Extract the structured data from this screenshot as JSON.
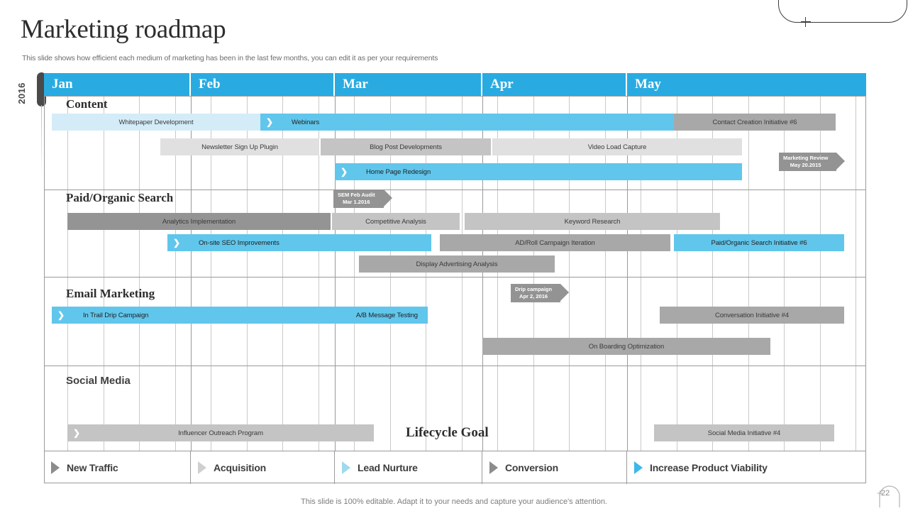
{
  "slide": {
    "title": "Marketing roadmap",
    "subtitle": "This slide shows how efficient each medium of marketing has been in the last few months, you can edit it as per your requirements",
    "year": "2016",
    "note": "This slide is 100% editable. Adapt it to your needs and capture your audience's attention.",
    "page_number": "22"
  },
  "colors": {
    "accent": "#29abe2",
    "bar_blue": "#61c6ec",
    "bar_lightblue": "#d4ecf8",
    "bar_gray": "#a8a8a8",
    "bar_darkgray": "#949494",
    "bar_midgray": "#c4c4c4",
    "bar_lightgray": "#e0e0e0",
    "flag_gray": "#939393"
  },
  "timeline": {
    "months": [
      {
        "label": "Jan"
      },
      {
        "label": "Feb"
      },
      {
        "label": "Mar"
      },
      {
        "label": "Apr"
      },
      {
        "label": "May"
      }
    ]
  },
  "flags": [
    {
      "name": "marketing-review",
      "title": "Marketing Review",
      "date": "May 20.2015"
    },
    {
      "name": "sem-feb-audit",
      "title": "SEM Feb Audit",
      "date": "Mar 1.2016"
    },
    {
      "name": "drip-campaign",
      "title": "Drip campaign",
      "date": "Apr 2, 2016"
    }
  ],
  "sections": [
    {
      "name": "content",
      "label": "Content",
      "label_style": "serif",
      "tasks": [
        {
          "label": "Whitepaper Development",
          "color": "lightblue",
          "align": "center",
          "chevron": false
        },
        {
          "label": "Webinars",
          "color": "blue",
          "align": "left",
          "chevron": true
        },
        {
          "label": "Contact Creation Initiative #6",
          "color": "gray",
          "align": "center",
          "chevron": false
        },
        {
          "label": "Newsletter Sign Up Plugin",
          "color": "lightgray",
          "align": "center",
          "chevron": false
        },
        {
          "label": "Blog Post Developments",
          "color": "midgray",
          "align": "center",
          "chevron": false
        },
        {
          "label": "Video Load Capture",
          "color": "lightgray",
          "align": "center",
          "chevron": false
        },
        {
          "label": "Home Page Redesign",
          "color": "blue",
          "align": "left",
          "chevron": true
        }
      ]
    },
    {
      "name": "paid-organic-search",
      "label": "Paid/Organic Search",
      "label_style": "serif",
      "tasks": [
        {
          "label": "Analytics Implementation",
          "color": "darkgray",
          "align": "center",
          "chevron": false
        },
        {
          "label": "Competitive Analysis",
          "color": "midgray",
          "align": "center",
          "chevron": false
        },
        {
          "label": "Keyword Research",
          "color": "midgray",
          "align": "center",
          "chevron": false
        },
        {
          "label": "On-site SEO Improvements",
          "color": "blue",
          "align": "left",
          "chevron": true
        },
        {
          "label": "AD/Roll Campaign Iteration",
          "color": "gray",
          "align": "center",
          "chevron": false
        },
        {
          "label": "Paid/Organic Search Initiative #6",
          "color": "blue",
          "align": "center",
          "chevron": false
        },
        {
          "label": "Display Advertising Analysis",
          "color": "gray",
          "align": "center",
          "chevron": false
        }
      ]
    },
    {
      "name": "email-marketing",
      "label": "Email Marketing",
      "label_style": "serif",
      "tasks": [
        {
          "label": "In Trail Drip Campaign",
          "color": "blue",
          "align": "left",
          "chevron": true
        },
        {
          "label": "A/B Message Testing",
          "color": "blue",
          "align": "right",
          "chevron": false
        },
        {
          "label": "Conversation Initiative #4",
          "color": "gray",
          "align": "center",
          "chevron": false
        },
        {
          "label": "On Boarding Optimization",
          "color": "gray",
          "align": "center",
          "chevron": false
        }
      ]
    },
    {
      "name": "social-media",
      "label": "Social Media",
      "label_style": "sans",
      "tasks": [
        {
          "label": "Influencer Outreach Program",
          "color": "midgray",
          "align": "center",
          "chevron": true
        },
        {
          "label": "Social Media Initiative #4",
          "color": "midgray",
          "align": "center",
          "chevron": false
        }
      ]
    }
  ],
  "lifecycle_goal": "Lifecycle Goal",
  "milestones": [
    {
      "label": "New Traffic",
      "arrow_color": "#8c8c8c"
    },
    {
      "label": "Acquisition",
      "arrow_color": "#cfcfcf"
    },
    {
      "label": "Lead Nurture",
      "arrow_color": "#9fd9ef"
    },
    {
      "label": "Conversion",
      "arrow_color": "#8c8c8c"
    },
    {
      "label": "Increase Product Viability",
      "arrow_color": "#3bb9e8"
    }
  ]
}
